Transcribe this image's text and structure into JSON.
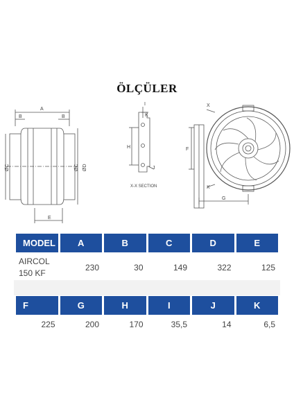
{
  "title": "ÖLÇÜLER",
  "drawing": {
    "side_labels": {
      "a": "A",
      "b": "B",
      "c": "ØC",
      "d": "ØD",
      "e": "E"
    },
    "section_labels": {
      "h": "H",
      "i": "I",
      "j": "J",
      "k": "K",
      "caption": "X-X SECTION"
    },
    "front_labels": {
      "f": "F",
      "g": "G",
      "x": "X"
    }
  },
  "table1": {
    "headers": [
      "MODEL",
      "A",
      "B",
      "C",
      "D",
      "E"
    ],
    "model": "AIRCOL 150 KF",
    "values": [
      "230",
      "30",
      "149",
      "322",
      "125"
    ]
  },
  "table2": {
    "headers": [
      "F",
      "G",
      "H",
      "I",
      "J",
      "K"
    ],
    "values": [
      "225",
      "200",
      "170",
      "35,5",
      "14",
      "6,5"
    ]
  }
}
